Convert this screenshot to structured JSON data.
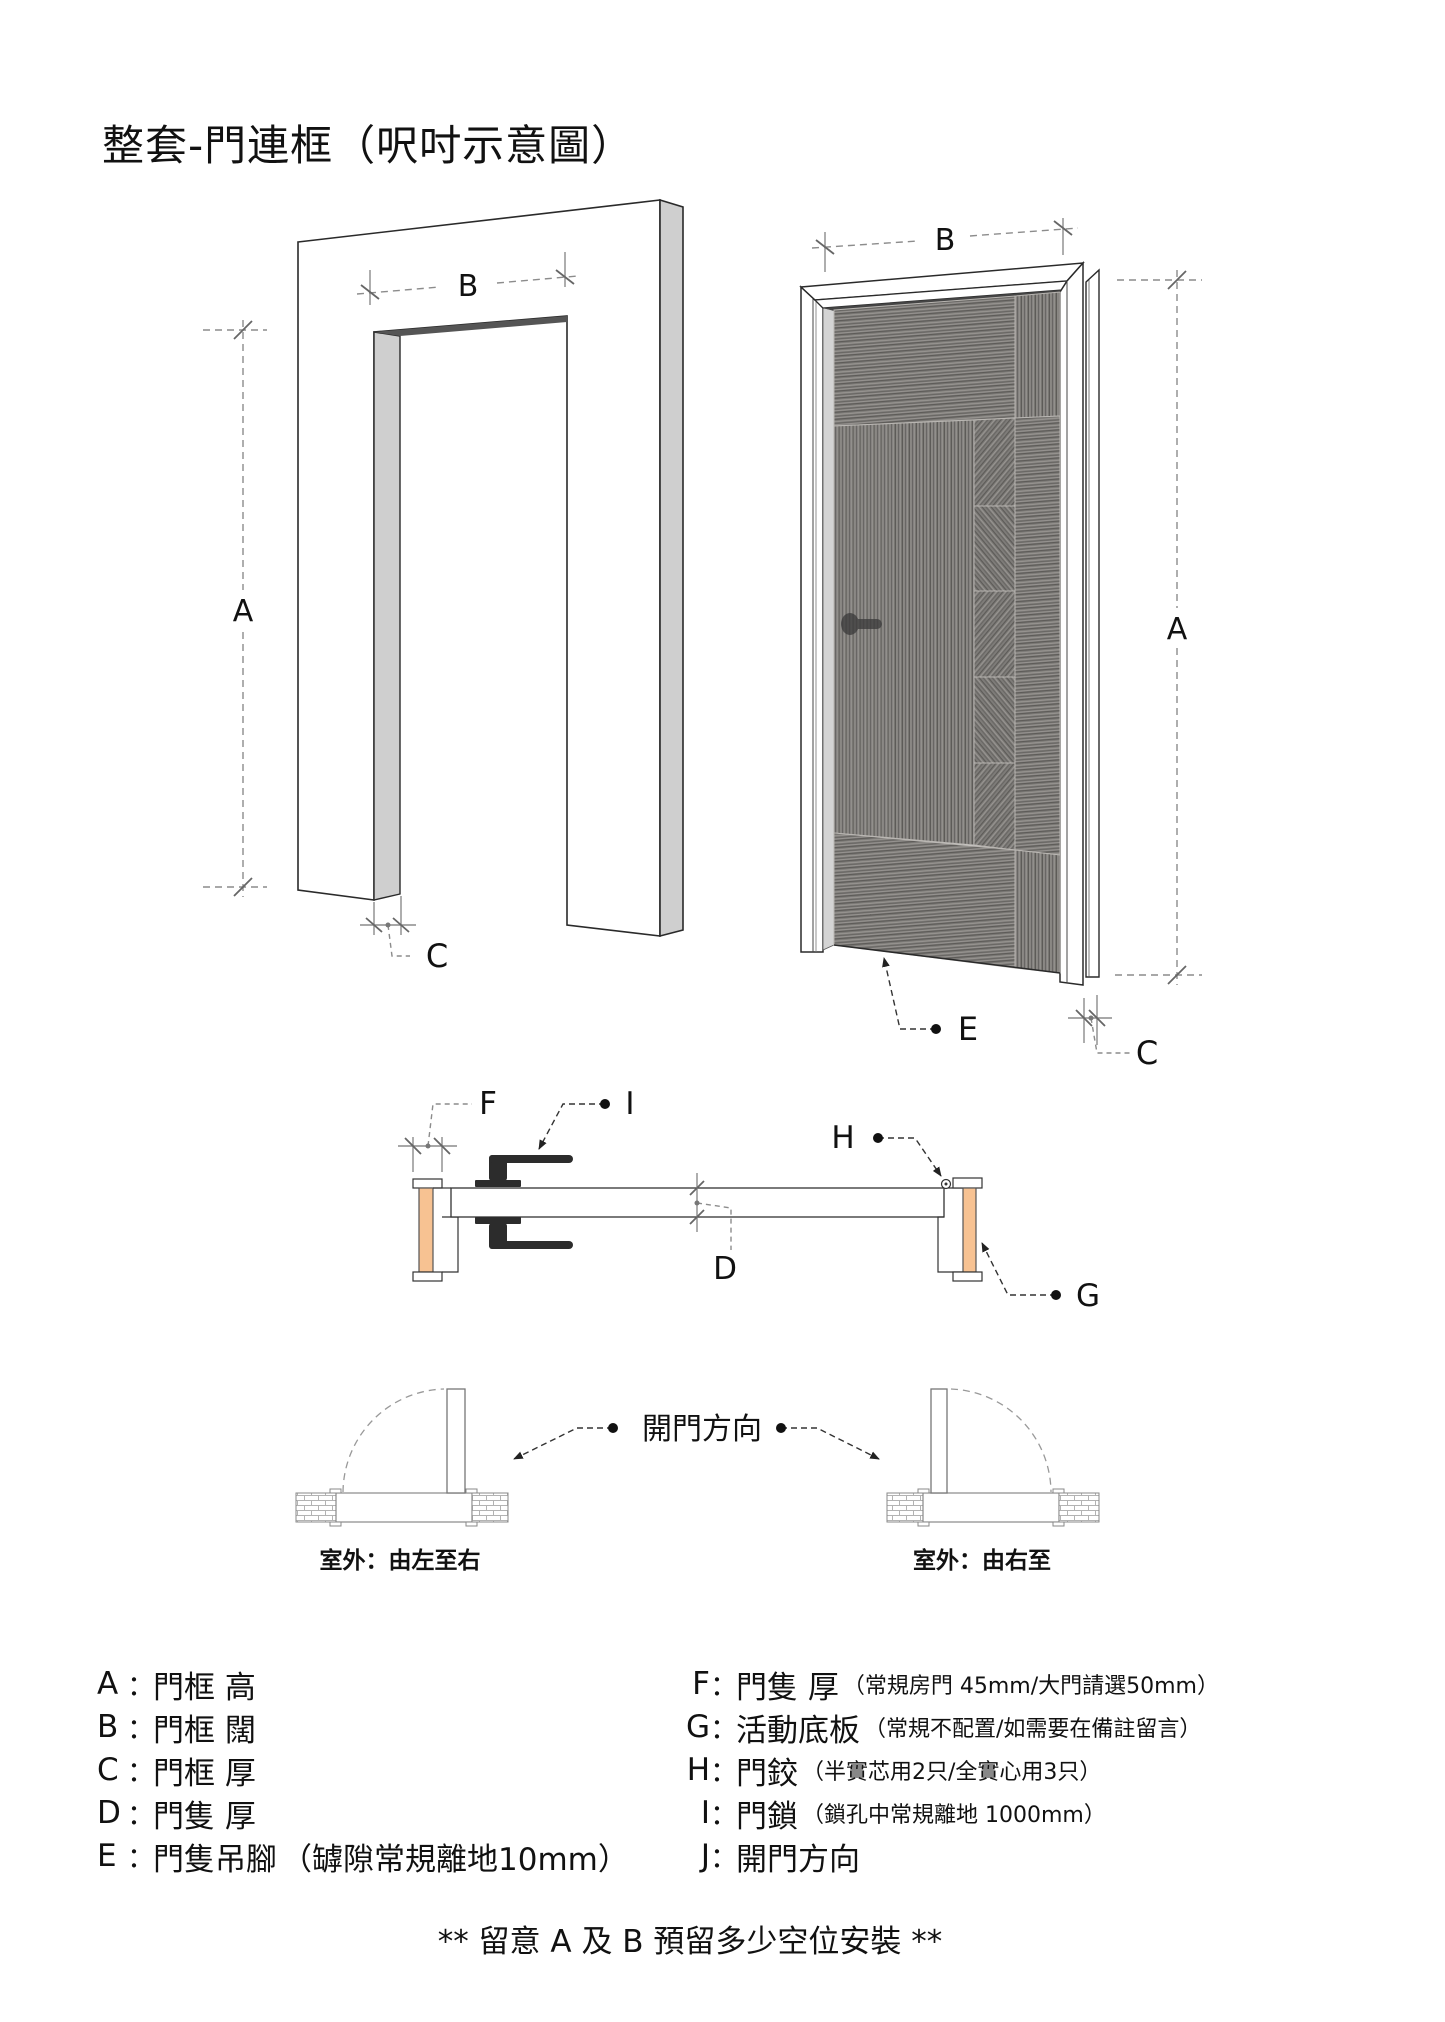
{
  "title": "整套-門連框（呎吋示意圖）",
  "colors": {
    "text": "#111111",
    "dimension_line": "#8c8c8c",
    "wood_base": "#7e7c79",
    "jamb_core": "#f7c292",
    "handle": "#2c2c2c",
    "frame_shade": "#cfcfcf"
  },
  "frame_view": {
    "label_a": "A",
    "label_b": "B",
    "label_c": "C"
  },
  "door_view": {
    "label_a": "A",
    "label_b": "B",
    "label_c": "C",
    "label_e": "E"
  },
  "plan_view": {
    "label_f": "F",
    "label_i": "I",
    "label_h": "H",
    "label_d": "D",
    "label_g": "G"
  },
  "swing_view": {
    "direction_label": "開門方向",
    "left_caption": "室外：由左至右",
    "right_caption": "室外：由右至"
  },
  "legend": {
    "left": [
      {
        "key": "A",
        "sep": "：",
        "text": "門框 高"
      },
      {
        "key": "B",
        "sep": "：",
        "text": "門框 闊"
      },
      {
        "key": "C",
        "sep": "：",
        "text": "門框 厚"
      },
      {
        "key": "D",
        "sep": "：",
        "text": "門隻 厚"
      },
      {
        "key": "E",
        "sep": "：",
        "text": "門隻吊腳",
        "note": "（罅隙常規離地10mm）"
      }
    ],
    "right": [
      {
        "key": "F",
        "sep": "：",
        "text": "門隻 厚",
        "note": "（常規房門 45mm/大門請選50mm）"
      },
      {
        "key": "G",
        "sep": "：",
        "text": "活動底板",
        "note": "（常規不配置/如需要在備註留言）"
      },
      {
        "key": "H",
        "sep": "：",
        "text": "門鉸",
        "note": "（半實芯用2只/全實心用3只）"
      },
      {
        "key": "I",
        "sep": "：",
        "text": "門鎖",
        "note": "（鎖孔中常規離地 1000mm）"
      },
      {
        "key": "J",
        "sep": "：",
        "text": "開門方向"
      }
    ]
  },
  "footer_note": "** 留意 A 及 B 預留多少空位安裝 **"
}
